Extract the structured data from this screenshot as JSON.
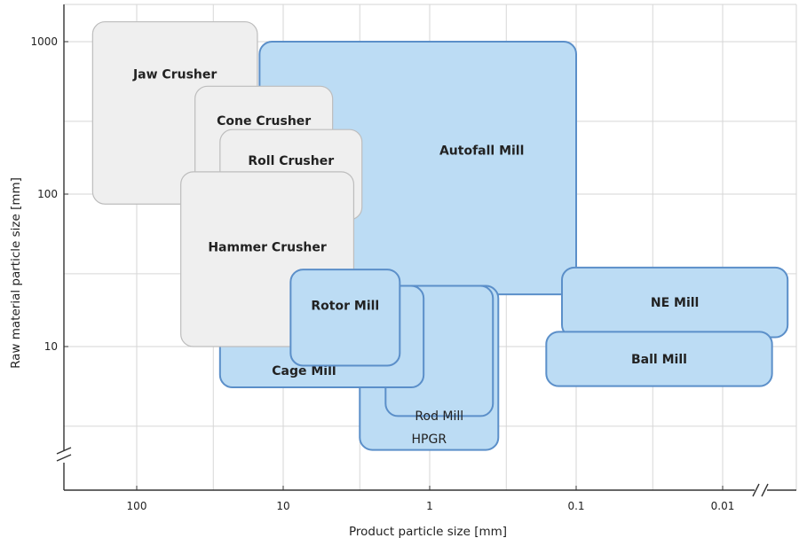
{
  "chart_data": {
    "type": "range-map",
    "xlabel": "Product particle size [mm]",
    "ylabel": "Raw material particle size [mm]",
    "x_scale": "log",
    "x_reversed": true,
    "y_scale": "log",
    "x_ticks": [
      {
        "value": 100,
        "label": "100"
      },
      {
        "value": 10,
        "label": "10"
      },
      {
        "value": 1,
        "label": "1"
      },
      {
        "value": 0.1,
        "label": "0.1"
      },
      {
        "value": 0.01,
        "label": "0.01"
      }
    ],
    "y_ticks": [
      {
        "value": 10,
        "label": "10"
      },
      {
        "value": 100,
        "label": "100"
      },
      {
        "value": 1000,
        "label": "1000"
      }
    ],
    "grid": true,
    "axis_break_x": true,
    "axis_break_y": true,
    "colors": {
      "crusher_fill": "#efefef",
      "crusher_stroke": "#bdbdbd",
      "mill_fill": "#bcdcf4",
      "mill_stroke": "#5b8fc9"
    },
    "regions": [
      {
        "name": "Autofall Mill",
        "group": "mill",
        "product_max": 14.5,
        "product_min": 0.1,
        "raw_min": 22,
        "raw_max": 1000,
        "label_bold": true
      },
      {
        "name": "Jaw Crusher",
        "group": "crusher",
        "product_max": 200,
        "product_min": 15,
        "raw_min": 86,
        "raw_max": 1350,
        "label_bold": true
      },
      {
        "name": "Cone Crusher",
        "group": "crusher",
        "product_max": 40,
        "product_min": 4.6,
        "raw_min": 85,
        "raw_max": 510,
        "label_bold": true
      },
      {
        "name": "Roll Crusher",
        "group": "crusher",
        "product_max": 27,
        "product_min": 2.9,
        "raw_min": 68,
        "raw_max": 265,
        "label_bold": true
      },
      {
        "name": "HPGR",
        "group": "mill",
        "product_max": 3,
        "product_min": 0.34,
        "raw_min": 2.1,
        "raw_max": 25,
        "label_bold": false
      },
      {
        "name": "Rod Mill",
        "group": "mill",
        "product_max": 2,
        "product_min": 0.37,
        "raw_min": 3.5,
        "raw_max": 25,
        "label_bold": false
      },
      {
        "name": "Cage Mill",
        "group": "mill",
        "product_max": 27,
        "product_min": 1.1,
        "raw_min": 5.4,
        "raw_max": 25,
        "label_bold": true
      },
      {
        "name": "Hammer Crusher",
        "group": "crusher",
        "product_max": 50,
        "product_min": 3.3,
        "raw_min": 10,
        "raw_max": 140,
        "label_bold": true
      },
      {
        "name": "Rotor Mill",
        "group": "mill",
        "product_max": 8.9,
        "product_min": 1.6,
        "raw_min": 7.5,
        "raw_max": 32,
        "label_bold": true
      },
      {
        "name": "NE Mill",
        "group": "mill",
        "product_max": 0.125,
        "product_min": 0.0036,
        "raw_min": 11.5,
        "raw_max": 33,
        "label_bold": true
      },
      {
        "name": "Ball Mill",
        "group": "mill",
        "product_max": 0.16,
        "product_min": 0.0046,
        "raw_min": 5.5,
        "raw_max": 12.5,
        "label_bold": true
      }
    ]
  }
}
